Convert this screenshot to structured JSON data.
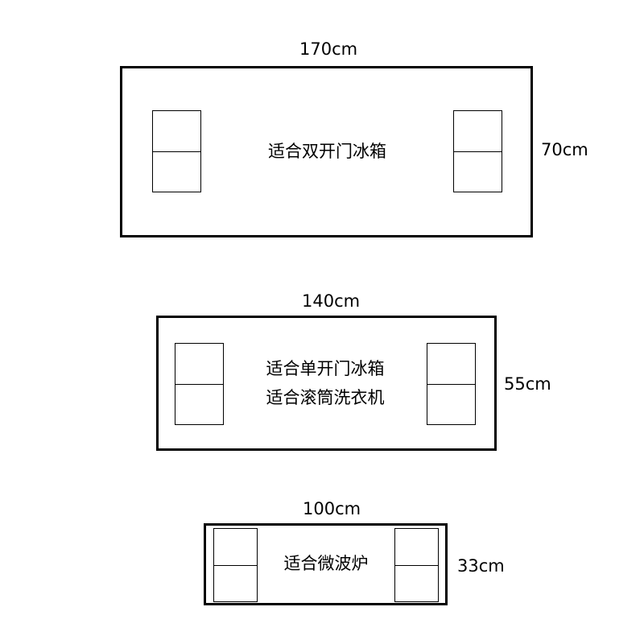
{
  "stands": [
    {
      "width_label": "170cm",
      "depth_label": "70cm",
      "lines": [
        "适合双开门冰箱"
      ]
    },
    {
      "width_label": "140cm",
      "depth_label": "55cm",
      "lines": [
        "适合单开门冰箱",
        "适合滚筒洗衣机"
      ]
    },
    {
      "width_label": "100cm",
      "depth_label": "33cm",
      "lines": [
        "适合微波炉"
      ]
    }
  ]
}
